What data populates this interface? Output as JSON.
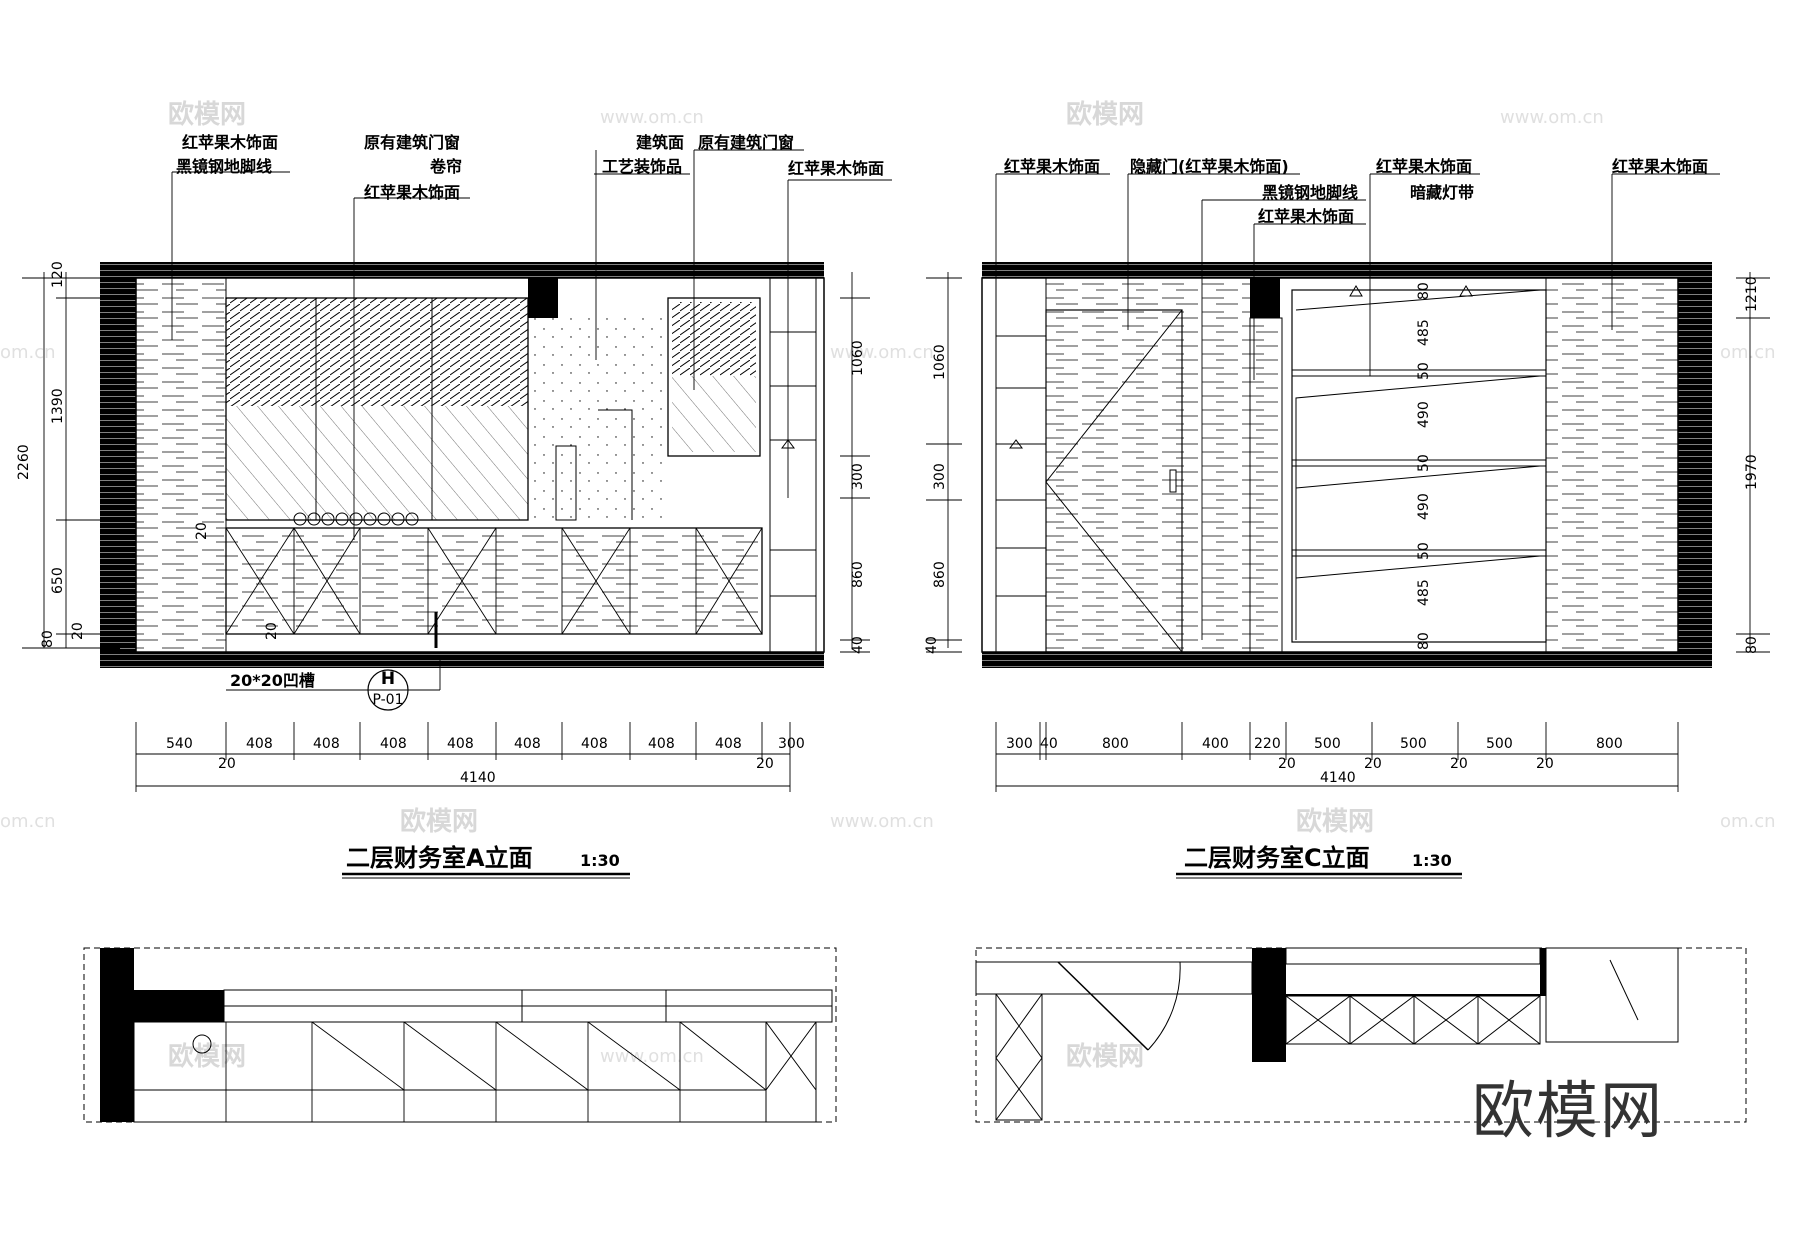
{
  "left_elevation": {
    "title": "二层财务室A立面",
    "scale": "1:30",
    "labels": {
      "hp_veneer_1": "红苹果木饰面",
      "black_mirror_steel": "黑镜钢地脚线",
      "orig_window_1": "原有建筑门窗",
      "roller_blind": "卷帘",
      "hp_veneer_2": "红苹果木饰面",
      "arch_surface": "建筑面",
      "craft_deco": "工艺装饰品",
      "orig_window_2": "原有建筑门窗",
      "hp_veneer_3": "红苹果木饰面",
      "groove": "20*20凹槽"
    },
    "section_mark": {
      "letter": "H",
      "ref": "P-01"
    },
    "dims_left": [
      "120",
      "1390",
      "2260",
      "650",
      "80",
      "20"
    ],
    "dims_right": [
      "1060",
      "300",
      "860",
      "40"
    ],
    "dims_inner": [
      "20",
      "20"
    ],
    "dims_bottom": [
      "540",
      "408",
      "408",
      "408",
      "408",
      "408",
      "408",
      "408",
      "408",
      "300"
    ],
    "dims_bottom_small": [
      "20",
      "20"
    ],
    "total": "4140"
  },
  "right_elevation": {
    "title": "二层财务室C立面",
    "scale": "1:30",
    "labels": {
      "hp_veneer_1": "红苹果木饰面",
      "hidden_door": "隐藏门(红苹果木饰面)",
      "black_mirror_steel": "黑镜钢地脚线",
      "hp_veneer_2": "红苹果木饰面",
      "hp_veneer_3": "红苹果木饰面",
      "hidden_light": "暗藏灯带",
      "hp_veneer_4": "红苹果木饰面"
    },
    "dims_left": [
      "1060",
      "300",
      "860",
      "40"
    ],
    "dims_right": [
      "1210",
      "1970",
      "80"
    ],
    "dims_shelf": [
      "80",
      "485",
      "50",
      "490",
      "50",
      "490",
      "50",
      "485",
      "80"
    ],
    "dims_bottom": [
      "300",
      "40",
      "800",
      "400",
      "220",
      "500",
      "500",
      "500",
      "800"
    ],
    "dims_bottom_small": [
      "20",
      "20",
      "20",
      "20"
    ],
    "total": "4140"
  },
  "watermark": {
    "text": "欧模网",
    "url": "www.om.cn",
    "url_prefix": "om.cn"
  },
  "brand": "欧模网",
  "colors": {
    "ink": "#000000",
    "watermark": "#d8d8d8"
  }
}
